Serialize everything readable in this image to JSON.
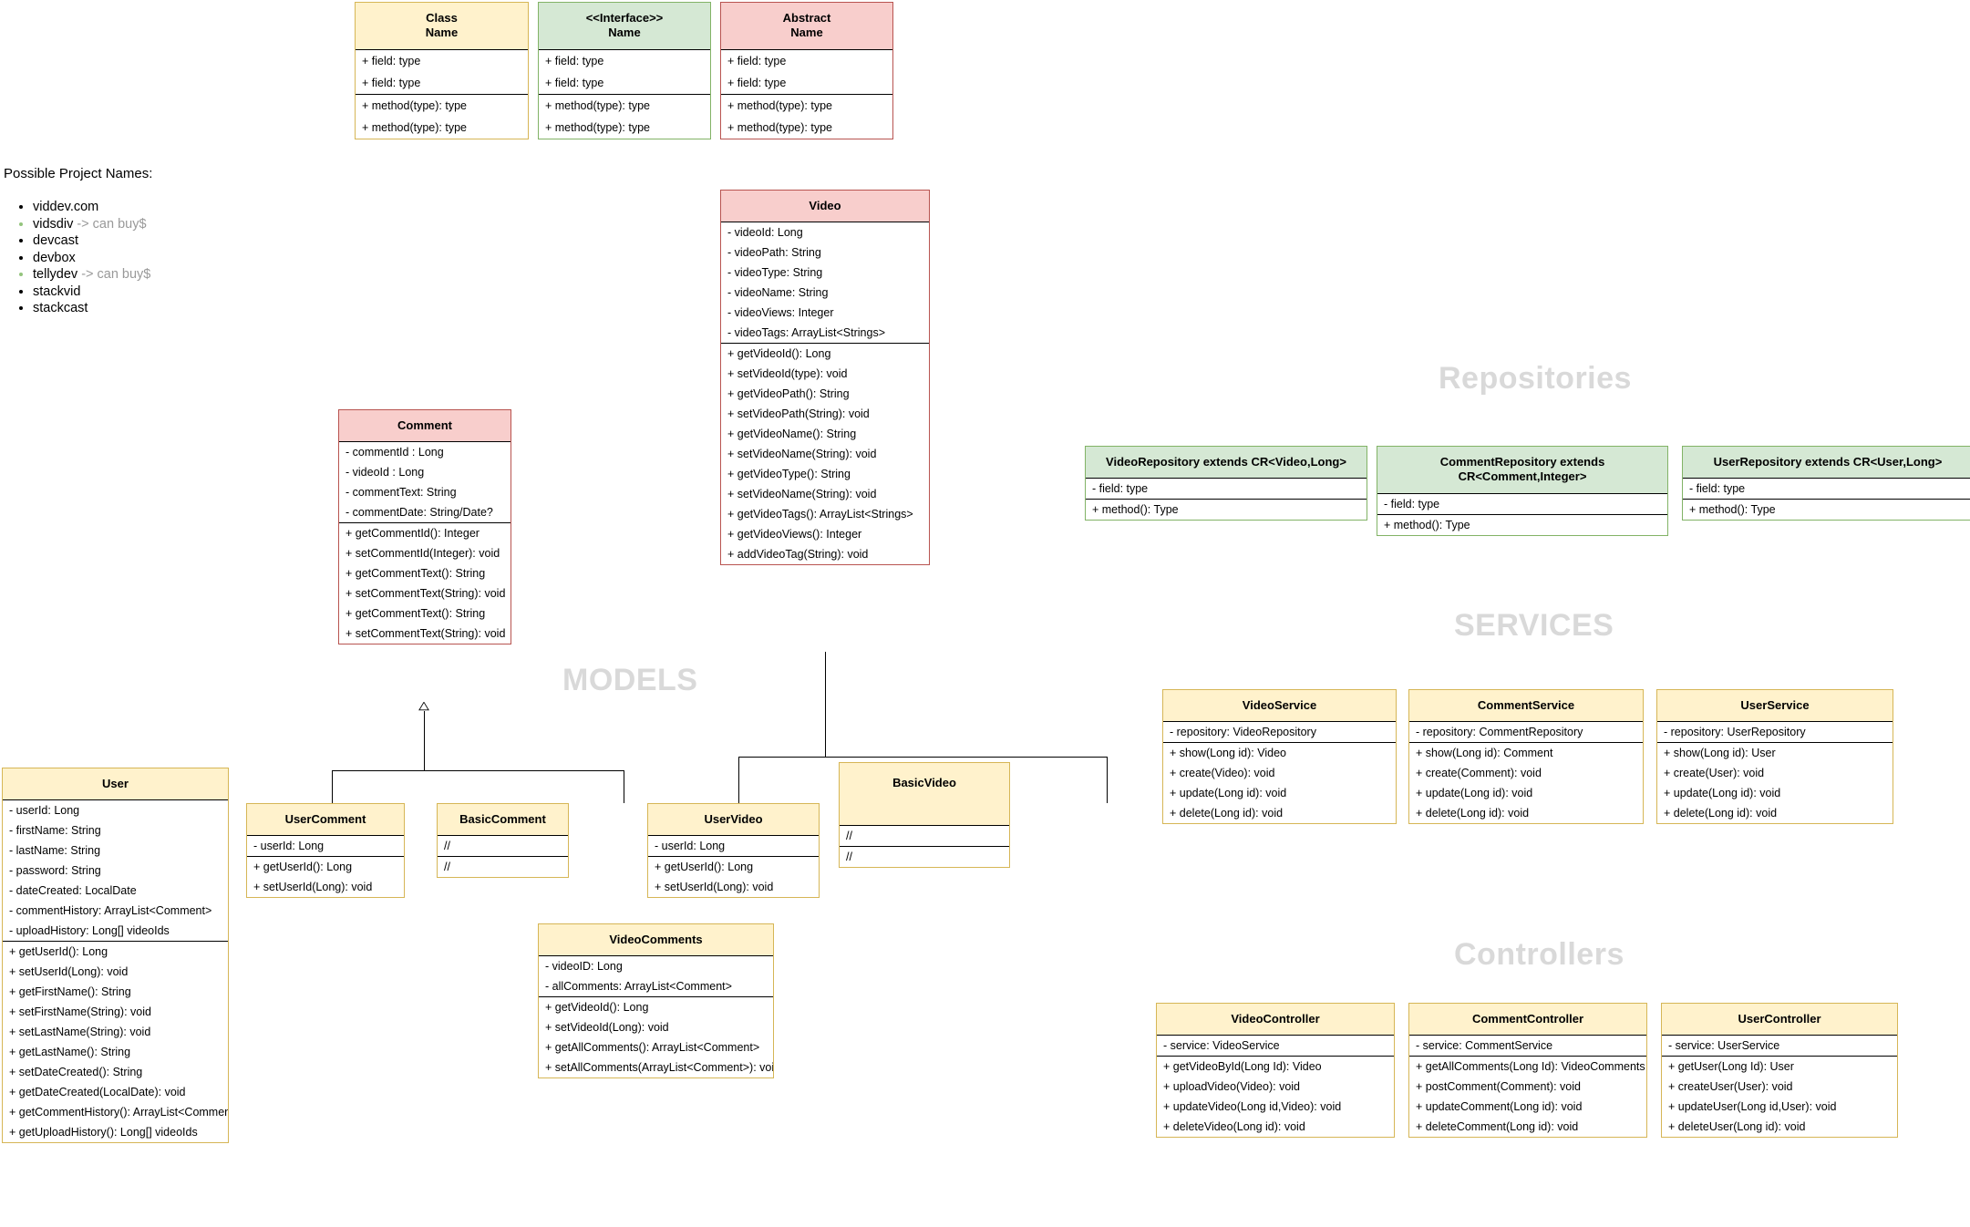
{
  "notes": {
    "title": "Possible Project Names:",
    "items": [
      {
        "name": "viddev.com",
        "suffix": "",
        "green": false
      },
      {
        "name": "vidsdiv",
        "suffix": " -> can buy$",
        "green": true
      },
      {
        "name": "devcast",
        "suffix": "",
        "green": false
      },
      {
        "name": "devbox",
        "suffix": "",
        "green": false
      },
      {
        "name": "tellydev",
        "suffix": " -> can buy$",
        "green": true
      },
      {
        "name": "stackvid",
        "suffix": "",
        "green": false
      },
      {
        "name": "stackcast",
        "suffix": "",
        "green": false
      }
    ]
  },
  "watermarks": {
    "models": "MODELS",
    "repositories": "Repositories",
    "services": "SERVICES",
    "controllers": "Controllers"
  },
  "colors": {
    "class_fill": "#fff2cc",
    "class_border": "#d6b656",
    "interface_fill": "#d5e8d4",
    "interface_border": "#82b366",
    "abstract_fill": "#f8cecc",
    "abstract_border": "#b85450",
    "watermark": "#d9d9d9",
    "buy_text": "#999999"
  },
  "legend": {
    "class_box": {
      "title": "Class\nName",
      "fields": [
        "+ field: type",
        "+ field: type"
      ],
      "methods": [
        "+ method(type): type",
        "+ method(type): type"
      ]
    },
    "interface_box": {
      "title": "<<Interface>>\nName",
      "fields": [
        "+ field: type",
        "+ field: type"
      ],
      "methods": [
        "+ method(type): type",
        "+ method(type): type"
      ]
    },
    "abstract_box": {
      "title": "Abstract\nName",
      "fields": [
        "+ field: type",
        "+ field: type"
      ],
      "methods": [
        "+ method(type): type",
        "+ method(type): type"
      ]
    }
  },
  "models": {
    "video": {
      "title": "Video",
      "fields": [
        "- videoId: Long",
        "- videoPath: String",
        "- videoType: String",
        "- videoName: String",
        "- videoViews: Integer",
        "- videoTags: ArrayList<Strings>"
      ],
      "methods": [
        "+ getVideoId(): Long",
        "+ setVideoId(type): void",
        "+ getVideoPath(): String",
        "+ setVideoPath(String): void",
        "+ getVideoName(): String",
        "+ setVideoName(String): void",
        "+ getVideoType(): String",
        "+ setVideoName(String): void",
        "+ getVideoTags(): ArrayList<Strings>",
        "+ getVideoViews(): Integer",
        "+ addVideoTag(String): void"
      ]
    },
    "comment": {
      "title": "Comment",
      "fields": [
        "- commentId : Long",
        "- videoId : Long",
        "- commentText: String",
        "- commentDate: String/Date?"
      ],
      "methods": [
        "+ getCommentId(): Integer",
        "+ setCommentId(Integer): void",
        "+ getCommentText(): String",
        "+ setCommentText(String): void",
        "+ getCommentText(): String",
        "+ setCommentText(String): void"
      ]
    },
    "user": {
      "title": "User",
      "fields": [
        "- userId: Long",
        "- firstName: String",
        "- lastName: String",
        "- password: String",
        "- dateCreated: LocalDate",
        "- commentHistory: ArrayList<Comment>",
        "- uploadHistory: Long[] videoIds"
      ],
      "methods": [
        "+ getUserId(): Long",
        "+ setUserId(Long): void",
        "+ getFirstName(): String",
        "+ setFirstName(String): void",
        "+ setLastName(String): void",
        "+ getLastName(): String",
        "+ setDateCreated(): String",
        "+ getDateCreated(LocalDate): void",
        "+ getCommentHistory(): ArrayList<Comment>",
        "+ getUploadHistory(): Long[] videoIds"
      ]
    },
    "user_comment": {
      "title": "UserComment",
      "fields": [
        "- userId: Long"
      ],
      "methods": [
        "+ getUserId(): Long",
        "+ setUserId(Long): void"
      ]
    },
    "basic_comment": {
      "title": "BasicComment",
      "fields": [
        "//"
      ],
      "methods": [
        "//"
      ]
    },
    "user_video": {
      "title": "UserVideo",
      "fields": [
        "- userId: Long"
      ],
      "methods": [
        "+ getUserId(): Long",
        "+ setUserId(Long): void"
      ]
    },
    "basic_video": {
      "title": "BasicVideo",
      "fields": [
        "//"
      ],
      "methods": [
        "//"
      ]
    },
    "video_comments": {
      "title": "VideoComments",
      "fields": [
        "- videoID: Long",
        "- allComments: ArrayList<Comment>"
      ],
      "methods": [
        "+ getVideoId(): Long",
        "+ setVideoId(Long): void",
        "+ getAllComments(): ArrayList<Comment>",
        "+ setAllComments(ArrayList<Comment>): void"
      ]
    }
  },
  "repositories": [
    {
      "title": "VideoRepository extends CR<Video,Long>",
      "fields": [
        "- field: type"
      ],
      "methods": [
        "+ method(): Type"
      ]
    },
    {
      "title": "CommentRepository extends CR<Comment,Integer>",
      "fields": [
        "- field: type"
      ],
      "methods": [
        "+ method(): Type"
      ]
    },
    {
      "title": "UserRepository extends CR<User,Long>",
      "fields": [
        "- field: type"
      ],
      "methods": [
        "+ method(): Type"
      ]
    }
  ],
  "services": [
    {
      "title": "VideoService",
      "fields": [
        "- repository: VideoRepository"
      ],
      "methods": [
        "+ show(Long id): Video",
        "+ create(Video): void",
        "+ update(Long id): void",
        "+ delete(Long id): void"
      ]
    },
    {
      "title": "CommentService",
      "fields": [
        "- repository: CommentRepository"
      ],
      "methods": [
        "+ show(Long id): Comment",
        "+ create(Comment): void",
        "+ update(Long id): void",
        "+ delete(Long id): void"
      ]
    },
    {
      "title": "UserService",
      "fields": [
        "- repository: UserRepository"
      ],
      "methods": [
        "+ show(Long id): User",
        "+ create(User): void",
        "+ update(Long id): void",
        "+ delete(Long id): void"
      ]
    }
  ],
  "controllers": [
    {
      "title": "VideoController",
      "fields": [
        "- service: VideoService"
      ],
      "methods": [
        "+ getVideoById(Long Id): Video",
        "+ uploadVideo(Video): void",
        "+ updateVideo(Long id,Video): void",
        "+ deleteVideo(Long id): void"
      ]
    },
    {
      "title": "CommentController",
      "fields": [
        "- service: CommentService"
      ],
      "methods": [
        "+ getAllComments(Long Id): VideoComments",
        "+ postComment(Comment): void",
        "+ updateComment(Long id): void",
        "+ deleteComment(Long id): void"
      ]
    },
    {
      "title": "UserController",
      "fields": [
        "- service: UserService"
      ],
      "methods": [
        "+ getUser(Long Id): User",
        "+ createUser(User): void",
        "+ updateUser(Long id,User): void",
        "+ deleteUser(Long id): void"
      ]
    }
  ]
}
